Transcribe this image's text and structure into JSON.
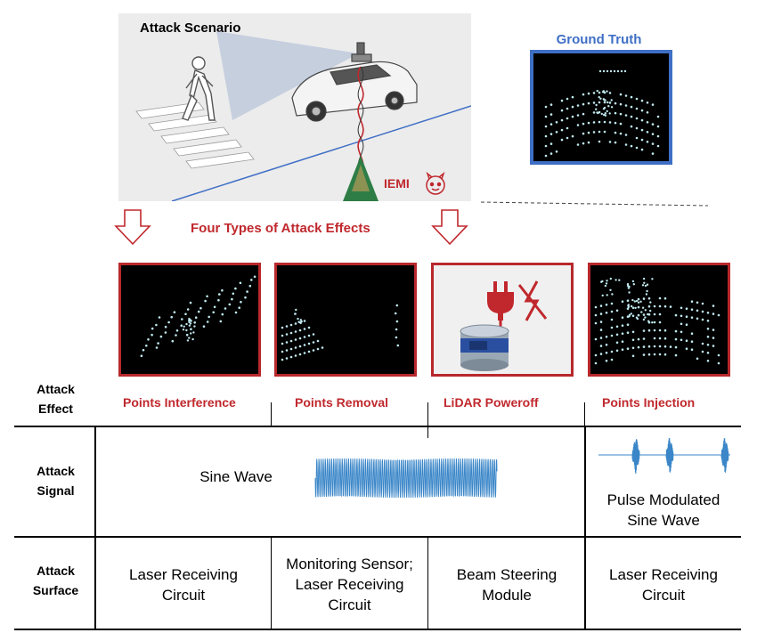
{
  "scenario": {
    "title": "Attack Scenario",
    "iemi_label": "IEMI"
  },
  "ground_truth": {
    "title": "Ground Truth"
  },
  "effects_title": "Four Types of  Attack Effects",
  "row_labels": {
    "effect": [
      "Attack",
      "Effect"
    ],
    "signal": [
      "Attack",
      "Signal"
    ],
    "surface": [
      "Attack",
      "Surface"
    ]
  },
  "effects": [
    "Points Interference",
    "Points Removal",
    "LiDAR Poweroff",
    "Points Injection"
  ],
  "signals": {
    "sine_wave": "Sine Wave",
    "pulse_modulated": [
      "Pulse Modulated",
      "Sine Wave"
    ]
  },
  "surfaces": {
    "col1": [
      "Laser Receiving",
      "Circuit"
    ],
    "col2": [
      "Monitoring Sensor;",
      "Laser Receiving",
      "Circuit"
    ],
    "col3": [
      "Beam Steering",
      "Module"
    ],
    "col4": [
      "Laser Receiving",
      "Circuit"
    ]
  },
  "colors": {
    "accent_red": "#c0282d",
    "accent_blue": "#3f6fc5",
    "signal_blue": "#3a86c8"
  },
  "icons": [
    "pedestrian-icon",
    "car-icon",
    "antenna-icon",
    "devil-icon",
    "plug-icon",
    "no-power-icon",
    "lidar-icon",
    "down-arrow-icon"
  ]
}
